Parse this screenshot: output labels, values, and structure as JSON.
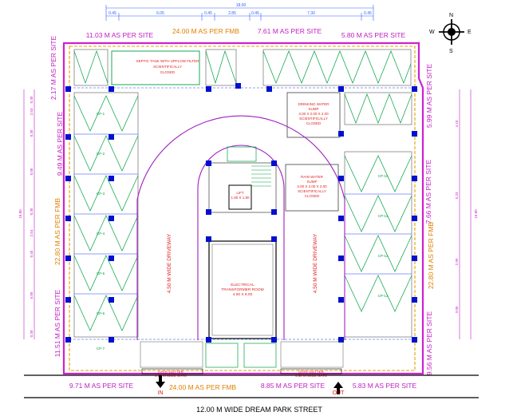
{
  "top_dims": {
    "overall": "18.00",
    "segments": [
      "0.45",
      "6.05",
      "0.45",
      "2.85",
      "0.45",
      "7.30",
      "0.45"
    ]
  },
  "compass": {
    "n": "N",
    "s": "S",
    "e": "E",
    "w": "W"
  },
  "site_labels": {
    "top_1": "11.03 M AS PER SITE",
    "top_fmb": "24.00 M AS PER FMB",
    "top_2": "7.61 M AS PER SITE",
    "top_3": "5.80 M AS PER SITE",
    "bottom_1": "9.71 M AS PER SITE",
    "bottom_fmb": "24.00 M AS PER FMB",
    "bottom_2": "8.85 M AS PER SITE",
    "bottom_3": "5.83 M AS PER SITE",
    "left_1": "2.17 M AS PER SITE",
    "left_2": "9.49 M AS PER SITE",
    "left_fmb": "22.80 M AS PER FMB",
    "left_3": "11.51 M AS PER SITE",
    "right_1": "5.99 M AS PER SITE",
    "right_2": "7.66 M AS PER SITE",
    "right_fmb": "22.80 M AS PER FMB",
    "right_3": "9.56 M AS PER SITE"
  },
  "rooms": {
    "septic": [
      "SEPTIC TANK WITH UPFLOW FILTER",
      "SCIENTIFICALLY",
      "CLOSED"
    ],
    "drinking_sump": [
      "DRINKING WATER",
      "SUMP",
      "3.00 X 2.00 X 2.00",
      "SCIENTIFICALLY",
      "CLOSED"
    ],
    "rain_sump": [
      "RAIN WATER",
      "SUMP",
      "3.00 X 2.00 X 2.00",
      "SCIENTIFICALLY",
      "CLOSED"
    ],
    "lift": [
      "LIFT",
      "1.80 X 1.80"
    ],
    "transformer": [
      "ELECTRICAL",
      "TRANSFORMER ROOM",
      "4.00 X 6.00"
    ],
    "driveway_left": "4.50 M WIDE DRIVEWAY",
    "driveway_right": "4.50 M WIDE DRIVEWAY",
    "gate_left": [
      "GATE GUTTER",
      "4.50 M WIDE GATE"
    ],
    "gate_right": [
      "GATE GUTTER",
      "4.50 M WIDE GATE"
    ],
    "in_label": "IN",
    "out_label": "OUT",
    "street": "12.00 M WIDE DREAM PARK STREET"
  },
  "left_dims": {
    "overall": "16.80",
    "segments": [
      "0.30",
      "2.53",
      "0.30",
      "5.00",
      "0.30",
      "2.54",
      "0.45",
      "5.00",
      "0.30"
    ]
  },
  "right_dims": {
    "overall": "16.80",
    "segments": [
      "4.10",
      "5.23",
      "2.99",
      "3.00"
    ]
  },
  "left_stalls": [
    "CP-1",
    "CP-2",
    "CP-3",
    "CP-4",
    "CP-5",
    "CP-6",
    "CP-7"
  ],
  "right_stalls": [
    "CP-10",
    "CP-11",
    "CP-12",
    "CP-13"
  ]
}
